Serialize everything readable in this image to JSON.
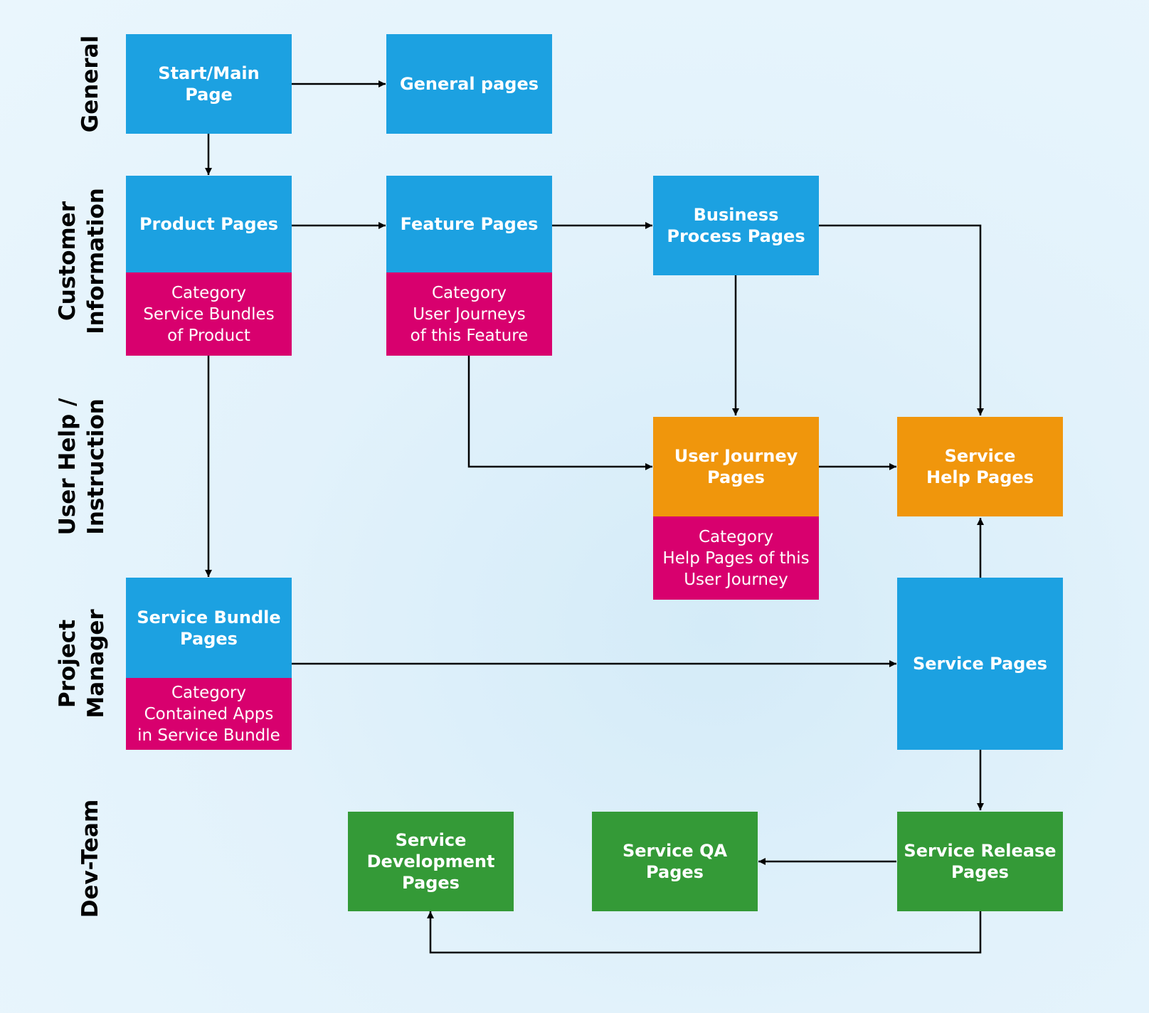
{
  "colors": {
    "primary": "#1ca1e1",
    "category": "#d8006e",
    "help": "#f0960c",
    "dev": "#349a37",
    "arrow": "#000000"
  },
  "lanes": {
    "general": "General",
    "customer_information": "Customer\nInformation",
    "user_help": "User Help /\nInstruction",
    "project_manager": "Project\nManager",
    "dev_team": "Dev-Team"
  },
  "nodes": {
    "start_main": "Start/Main\nPage",
    "general_pages": "General pages",
    "product_pages": "Product Pages",
    "product_category": "Category\nService Bundles\nof Product",
    "feature_pages": "Feature Pages",
    "feature_category": "Category\nUser Journeys\nof this Feature",
    "business_process": "Business\nProcess Pages",
    "user_journey": "User Journey\nPages",
    "user_journey_category": "Category\nHelp Pages of this\nUser Journey",
    "service_help": "Service\nHelp Pages",
    "service_bundle": "Service Bundle\nPages",
    "service_bundle_category": "Category\nContained Apps\nin Service Bundle",
    "service_pages": "Service Pages",
    "service_development": "Service\nDevelopment\nPages",
    "service_qa": "Service QA\nPages",
    "service_release": "Service Release\nPages"
  }
}
